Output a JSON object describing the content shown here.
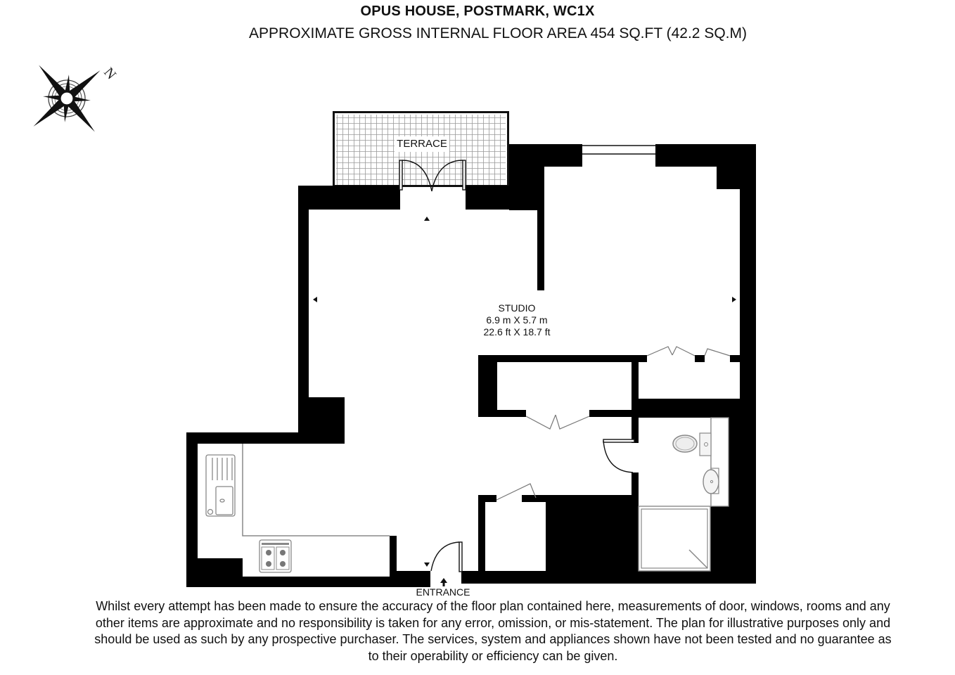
{
  "header": {
    "title": "OPUS HOUSE, POSTMARK, WC1X",
    "subtitle": "APPROXIMATE GROSS INTERNAL FLOOR AREA 454 SQ.FT (42.2 SQ.M)"
  },
  "compass": {
    "icon": "compass-rose-icon",
    "north_label": "N"
  },
  "rooms": {
    "terrace": {
      "label": "TERRACE"
    },
    "studio": {
      "label": "STUDIO",
      "size_metric": "6.9 m X 5.7 m",
      "size_imperial": "22.6 ft X 18.7 ft"
    }
  },
  "entrance": {
    "label": "ENTRANCE",
    "icon": "arrow-up-icon"
  },
  "colors": {
    "wall": "#000000",
    "fixture": "#8c8c8c",
    "terrace_grid": "#9a9a9a",
    "background": "#ffffff"
  },
  "disclaimer": {
    "lines": [
      "Whilst every attempt has been made to ensure the accuracy of the floor plan contained here, measurements of door, windows, rooms and any",
      "other items are approximate and no responsibility is taken for any error, omission, or mis-statement. The plan for illustrative purposes only and",
      "should be used as such by any prospective purchaser. The services, system and appliances shown have not been tested and no guarantee as",
      "to their operability or efficiency can be given."
    ]
  }
}
